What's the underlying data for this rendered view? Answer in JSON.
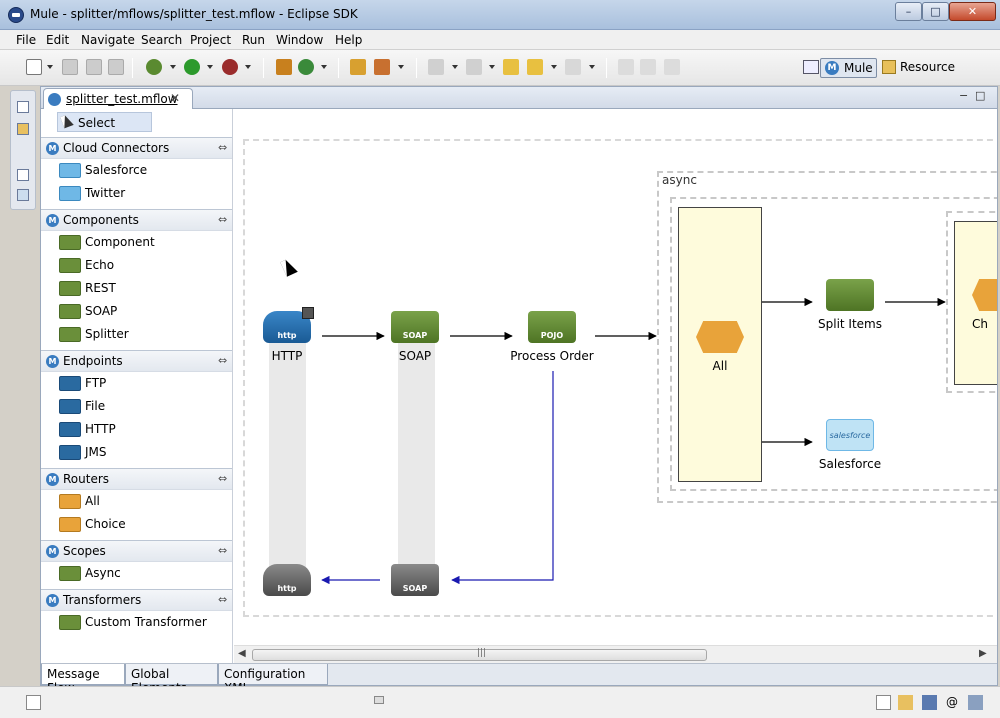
{
  "window": {
    "title": "Mule - splitter/mflows/splitter_test.mflow - Eclipse SDK",
    "minimize": "–",
    "maximize": "□",
    "close": "✕"
  },
  "menu": [
    "File",
    "Edit",
    "Navigate",
    "Search",
    "Project",
    "Run",
    "Window",
    "Help"
  ],
  "perspectives": {
    "mule": "Mule",
    "resource": "Resource"
  },
  "editor": {
    "tab_label": "splitter_test.mflow",
    "tab_close": "✕",
    "minimize": "−",
    "maximize": "□"
  },
  "palette": {
    "select_label": "Select",
    "groups": [
      {
        "label": "Cloud Connectors",
        "items": [
          "Salesforce",
          "Twitter"
        ]
      },
      {
        "label": "Components",
        "items": [
          "Component",
          "Echo",
          "REST",
          "SOAP",
          "Splitter"
        ]
      },
      {
        "label": "Endpoints",
        "items": [
          "FTP",
          "File",
          "HTTP",
          "JMS"
        ]
      },
      {
        "label": "Routers",
        "items": [
          "All",
          "Choice"
        ]
      },
      {
        "label": "Scopes",
        "items": [
          "Async"
        ]
      },
      {
        "label": "Transformers",
        "items": [
          "Custom Transformer"
        ]
      }
    ]
  },
  "canvas": {
    "async_label": "async",
    "nodes": {
      "http": {
        "label": "HTTP",
        "badge": "http"
      },
      "soap": {
        "label": "SOAP",
        "badge": "SOAP"
      },
      "process_order": {
        "label": "Process Order",
        "badge": "POJO"
      },
      "all": {
        "label": "All"
      },
      "split_items": {
        "label": "Split Items"
      },
      "salesforce": {
        "label": "Salesforce",
        "badge": "salesforce"
      },
      "choice": {
        "label": "Ch"
      },
      "http_response": {
        "badge": "http"
      },
      "soap_response": {
        "badge": "SOAP"
      }
    }
  },
  "bottom_tabs": [
    "Message Flow",
    "Global Elements",
    "Configuration XML"
  ],
  "icons": {
    "palette_header": "M",
    "mule_logo": "M"
  }
}
